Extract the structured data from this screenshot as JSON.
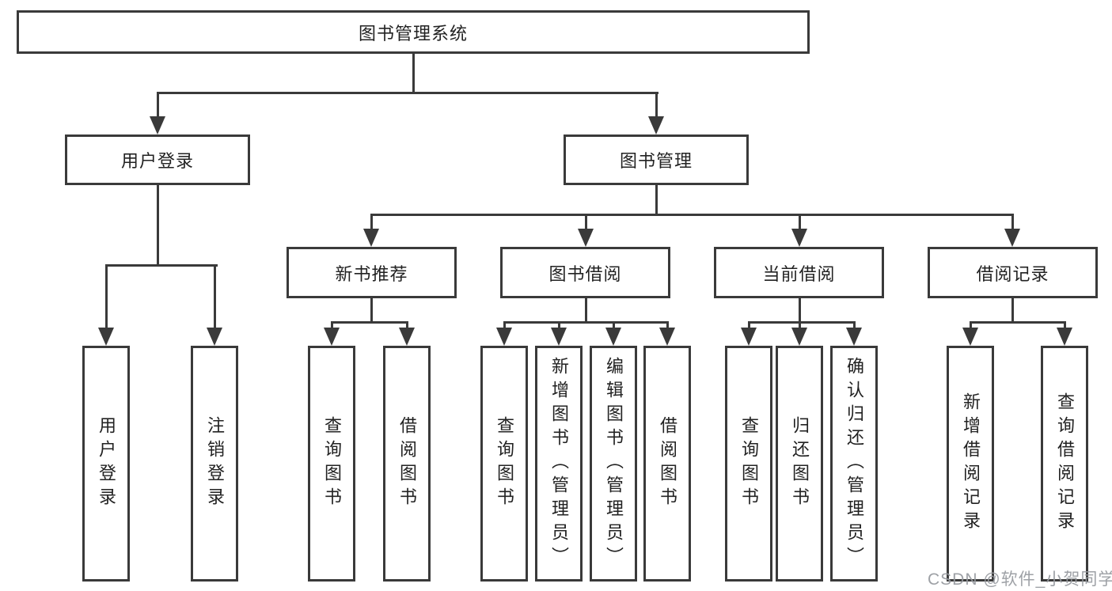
{
  "root": {
    "label": "图书管理系统"
  },
  "user_login_branch": {
    "label": "用户登录",
    "children": [
      {
        "label": "用户登录"
      },
      {
        "label": "注销登录"
      }
    ]
  },
  "book_mgmt_branch": {
    "label": "图书管理",
    "sections": [
      {
        "label": "新书推荐",
        "children": [
          {
            "label": "查询图书"
          },
          {
            "label": "借阅图书"
          }
        ]
      },
      {
        "label": "图书借阅",
        "children": [
          {
            "label": "查询图书"
          },
          {
            "label": "新增图书（管理员）"
          },
          {
            "label": "编辑图书（管理员）"
          },
          {
            "label": "借阅图书"
          }
        ]
      },
      {
        "label": "当前借阅",
        "children": [
          {
            "label": "查询图书"
          },
          {
            "label": "归还图书"
          },
          {
            "label": "确认归还（管理员）"
          }
        ]
      },
      {
        "label": "借阅记录",
        "children": [
          {
            "label": "新增借阅记录"
          },
          {
            "label": "查询借阅记录"
          }
        ]
      }
    ]
  },
  "watermark": {
    "text": "CSDN @软件_小贺同学"
  },
  "colors": {
    "line": "#3a3a3a",
    "text": "#222222",
    "watermark": "#96999e",
    "background": "#ffffff"
  }
}
